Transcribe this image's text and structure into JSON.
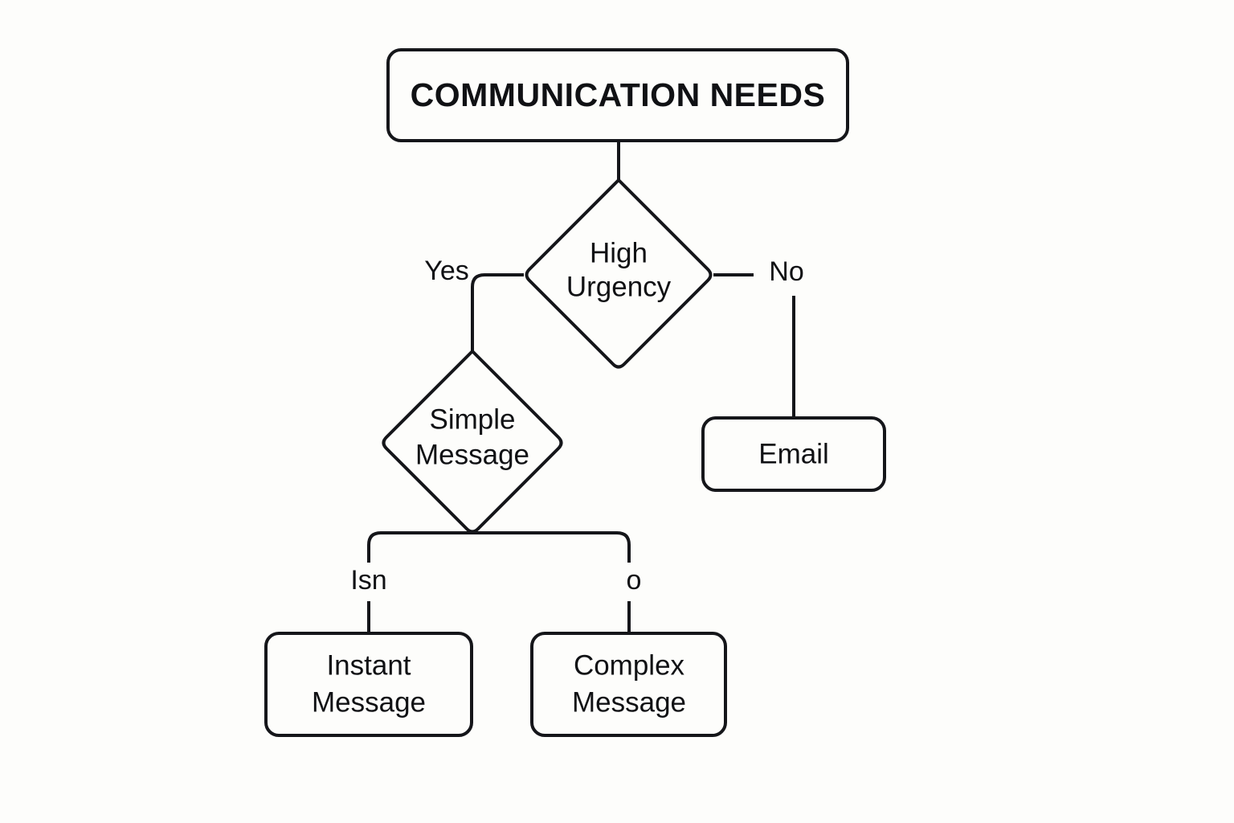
{
  "diagram": {
    "type": "flowchart",
    "title_node": {
      "id": "communication-needs",
      "label": "COMMUNICATION NEEDS",
      "shape": "rounded-rectangle"
    },
    "decisions": [
      {
        "id": "high-urgency",
        "shape": "diamond",
        "line1": "High",
        "line2": "Urgency"
      },
      {
        "id": "simple-message",
        "shape": "diamond",
        "line1": "Simple",
        "line2": "Message"
      }
    ],
    "terminals": [
      {
        "id": "email",
        "shape": "rounded-rectangle",
        "line1": "Email",
        "line2": ""
      },
      {
        "id": "instant-message",
        "shape": "rounded-rectangle",
        "line1": "Instant",
        "line2": "Message"
      },
      {
        "id": "complex-message",
        "shape": "rounded-rectangle",
        "line1": "Complex",
        "line2": "Message"
      }
    ],
    "edge_labels": [
      {
        "id": "yes-label",
        "text": "Yes"
      },
      {
        "id": "no-label",
        "text": "No"
      },
      {
        "id": "left-branch-label",
        "text": "Isn"
      },
      {
        "id": "right-branch-label",
        "text": "o"
      }
    ],
    "colors": {
      "background": "#fdfdfb",
      "stroke": "#15161a",
      "text": "#101114",
      "node_fill": "#fdfdfb"
    }
  }
}
